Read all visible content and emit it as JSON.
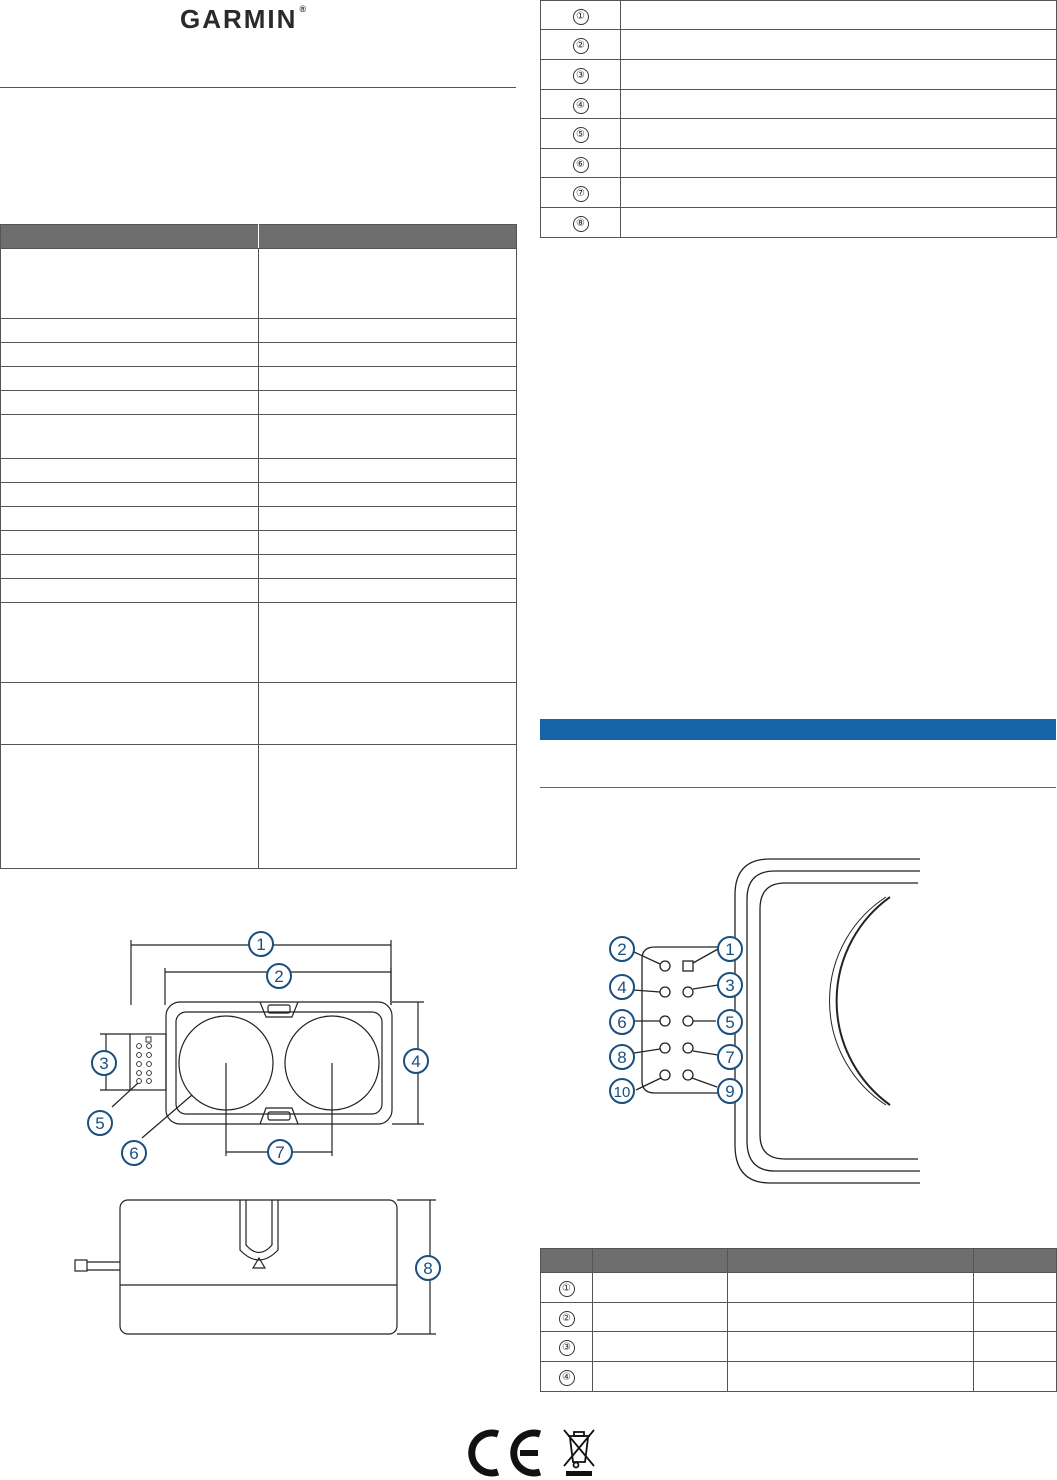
{
  "brand": {
    "name": "GARMIN",
    "mark": "®"
  },
  "specs_table": {
    "row_heights": [
      24,
      70,
      24,
      24,
      24,
      24,
      44,
      24,
      24,
      24,
      24,
      24,
      24,
      80,
      62,
      124
    ]
  },
  "dimension_key": {
    "markers": [
      "①",
      "②",
      "③",
      "④",
      "⑤",
      "⑥",
      "⑦",
      "⑧"
    ]
  },
  "dimension_callouts": [
    "1",
    "2",
    "3",
    "4",
    "5",
    "6",
    "7",
    "8"
  ],
  "pinout_callouts": [
    "1",
    "2",
    "3",
    "4",
    "5",
    "6",
    "7",
    "8",
    "9",
    "10"
  ],
  "pin_table": {
    "markers": [
      "①",
      "②",
      "③",
      "④"
    ]
  },
  "colors": {
    "callout_blue": "#1a4f7f",
    "section_bar": "#1564a8",
    "table_header": "#6e6e6e"
  },
  "icons": [
    "ce-mark-icon",
    "weee-crossed-bin-icon"
  ]
}
